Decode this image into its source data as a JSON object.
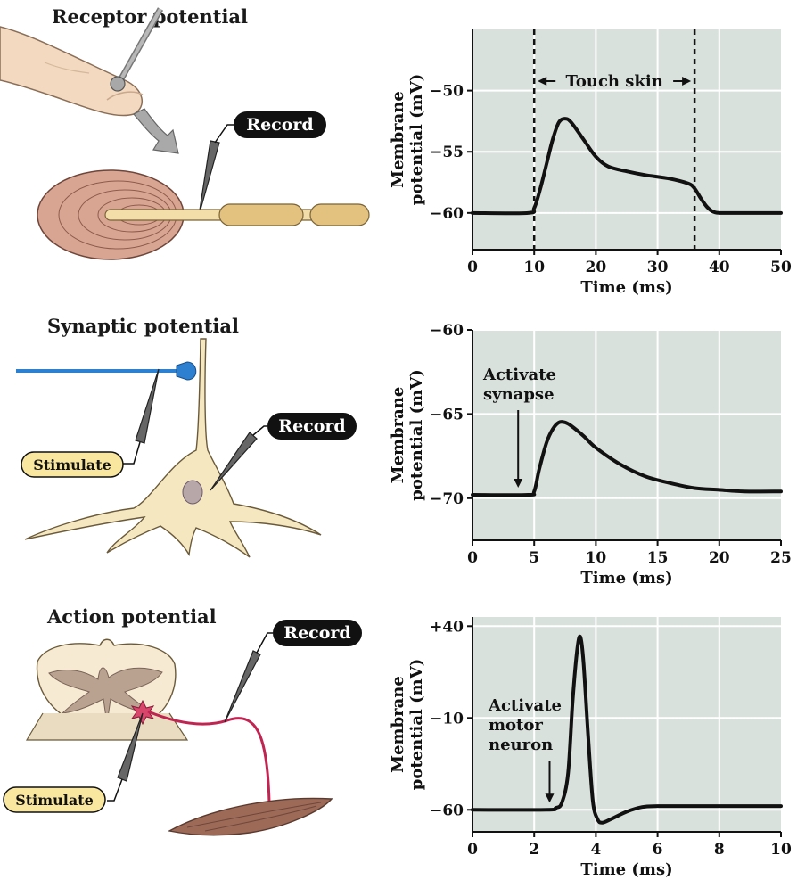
{
  "panels": [
    {
      "title": "Receptor potential",
      "record_label": "Record"
    },
    {
      "title": "Synaptic potential",
      "record_label": "Record",
      "stimulate_label": "Stimulate"
    },
    {
      "title": "Action potential",
      "record_label": "Record",
      "stimulate_label": "Stimulate"
    }
  ],
  "colors": {
    "plot_bg": "#d9e1dd",
    "trace": "#111111",
    "skin": "#f2d9bf",
    "nerve_fiber": "#f3deaa",
    "myelin": "#e2c27e",
    "receptor": "#d9a593",
    "neuron": "#f5e7bf",
    "electrode_blue": "#2d7fd0",
    "axon_red": "#c02552",
    "muscle": "#9d6a58",
    "stimulate_bg": "#f9e7a0",
    "label_bg": "#111111"
  },
  "chart_data": [
    {
      "type": "line",
      "xlabel": "Time (ms)",
      "ylabel": "Membrane potential (mV)",
      "xlim": [
        0,
        50
      ],
      "ylim": [
        -63,
        -45
      ],
      "xticks": [
        "0",
        "10",
        "20",
        "30",
        "40",
        "50"
      ],
      "yticks": [
        "−50",
        "−55",
        "−60"
      ],
      "grid": true,
      "annotation": "Touch skin",
      "markers": [
        10,
        36
      ],
      "series": [
        {
          "x": [
            0,
            9,
            10,
            11,
            12,
            13,
            14,
            15,
            16,
            18,
            20,
            22,
            25,
            28,
            32,
            35,
            36,
            37,
            38,
            39,
            40,
            42,
            45,
            50
          ],
          "y": [
            -60,
            -60,
            -59.6,
            -58,
            -56,
            -54,
            -52.6,
            -52.3,
            -52.6,
            -54,
            -55.4,
            -56.2,
            -56.6,
            -56.9,
            -57.2,
            -57.6,
            -58,
            -58.8,
            -59.5,
            -59.9,
            -60,
            -60,
            -60,
            -60
          ]
        }
      ]
    },
    {
      "type": "line",
      "xlabel": "Time (ms)",
      "ylabel": "Membrane potential (mV)",
      "xlim": [
        0,
        25
      ],
      "ylim": [
        -72.5,
        -60
      ],
      "xticks": [
        "0",
        "5",
        "10",
        "15",
        "20",
        "25"
      ],
      "yticks": [
        "−60",
        "−65",
        "−70"
      ],
      "grid": true,
      "annotation_lines": [
        "Activate",
        "synapse"
      ],
      "marker_x": 3.7,
      "series": [
        {
          "x": [
            0,
            4.5,
            5,
            5.4,
            6,
            6.5,
            7,
            7.5,
            8,
            9,
            10,
            12,
            14,
            16,
            18,
            20,
            22,
            25
          ],
          "y": [
            -69.8,
            -69.8,
            -69.6,
            -68.3,
            -66.7,
            -65.9,
            -65.5,
            -65.5,
            -65.7,
            -66.3,
            -67,
            -68,
            -68.7,
            -69.1,
            -69.4,
            -69.5,
            -69.6,
            -69.6
          ]
        }
      ]
    },
    {
      "type": "line",
      "xlabel": "Time (ms)",
      "ylabel": "Membrane potential (mV)",
      "xlim": [
        0,
        10
      ],
      "ylim": [
        -72,
        45
      ],
      "xticks": [
        "0",
        "2",
        "4",
        "6",
        "8",
        "10"
      ],
      "yticks": [
        "+40",
        "−10",
        "−60"
      ],
      "grid": true,
      "annotation_lines": [
        "Activate",
        "motor",
        "neuron"
      ],
      "marker_x": 2.5,
      "series": [
        {
          "x": [
            0,
            2.4,
            2.7,
            2.9,
            3.1,
            3.25,
            3.4,
            3.5,
            3.6,
            3.75,
            3.9,
            4.05,
            4.2,
            4.5,
            5,
            5.5,
            6,
            7,
            8,
            10
          ],
          "y": [
            -60,
            -60,
            -59,
            -56,
            -40,
            0,
            28,
            34,
            20,
            -20,
            -55,
            -65,
            -67,
            -65,
            -61,
            -58.5,
            -58,
            -58,
            -58,
            -58
          ]
        }
      ]
    }
  ]
}
